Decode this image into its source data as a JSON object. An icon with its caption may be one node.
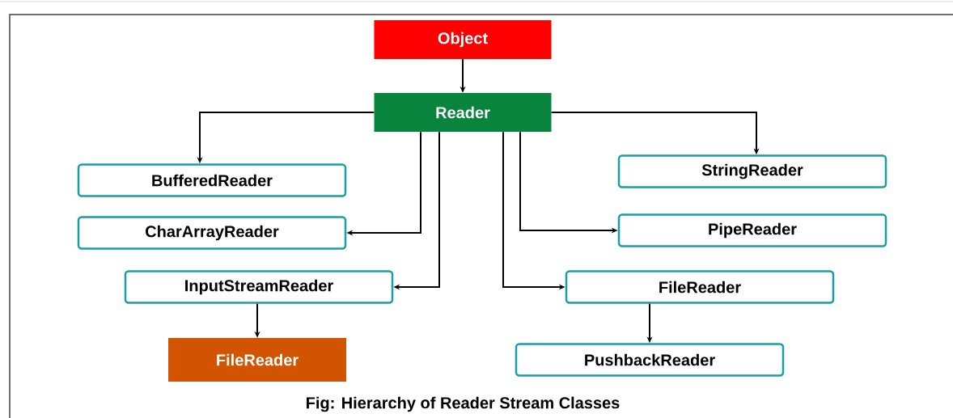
{
  "diagram": {
    "caption": "Fig: Hierarchy of Reader Stream Classes",
    "nodes": [
      {
        "text": [
          "Object"
        ]
      },
      {
        "text": [
          "Reader"
        ]
      },
      {
        "text": [
          "BufferedReader"
        ]
      },
      {
        "text": [
          "StringReader"
        ]
      },
      {
        "text": [
          "CharArrayReader"
        ]
      },
      {
        "text": [
          "PipeReader"
        ]
      },
      {
        "text": [
          "InputStreamReader"
        ]
      },
      {
        "text": [
          "FileReader"
        ]
      },
      {
        "text": [
          "FileReader"
        ]
      },
      {
        "text": [
          "PushbackReader"
        ]
      }
    ],
    "edges": [
      {
        "from": 0,
        "to": 1,
        "arrow": "to"
      },
      {
        "from": 1,
        "to": 2,
        "arrow": "to"
      },
      {
        "from": 1,
        "to": 3,
        "arrow": "to"
      },
      {
        "from": 1,
        "to": 4,
        "arrow": "to"
      },
      {
        "from": 1,
        "to": 5,
        "arrow": "to"
      },
      {
        "from": 1,
        "to": 6,
        "arrow": "to"
      },
      {
        "from": 1,
        "to": 7,
        "arrow": "to"
      },
      {
        "from": 6,
        "to": 8,
        "arrow": "to"
      },
      {
        "from": 7,
        "to": 9,
        "arrow": "to"
      }
    ]
  }
}
